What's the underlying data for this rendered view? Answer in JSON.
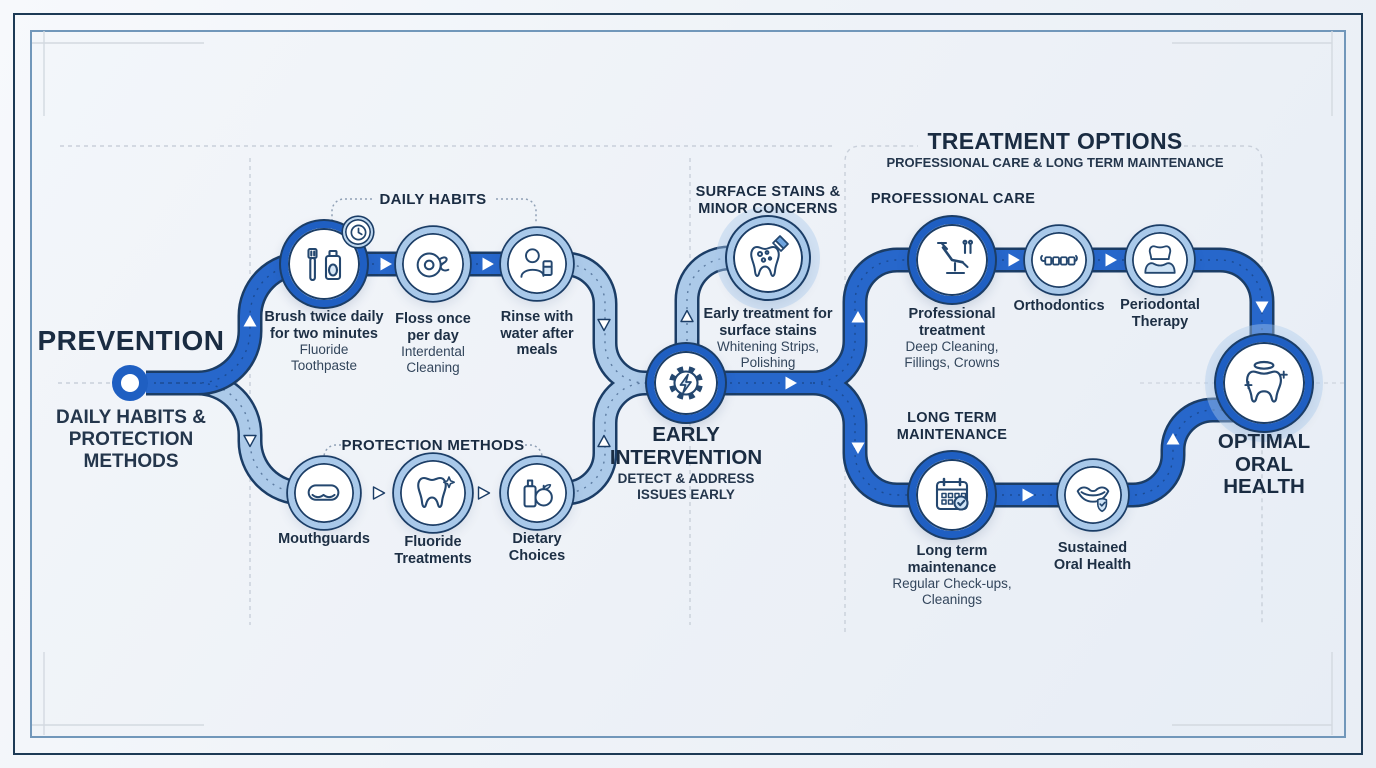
{
  "diagram": {
    "prevention": {
      "title": "PREVENTION",
      "subtitle": "DAILY HABITS & PROTECTION METHODS"
    },
    "daily_habits": {
      "header": "DAILY HABITS",
      "steps": [
        {
          "title": "Brush twice daily for two minutes",
          "subtitle": "Fluoride Toothpaste"
        },
        {
          "title": "Floss once per day",
          "subtitle": "Interdental Cleaning"
        },
        {
          "title": "Rinse with water after meals"
        }
      ]
    },
    "protection_methods": {
      "header": "PROTECTION METHODS",
      "steps": [
        {
          "title": "Mouthguards"
        },
        {
          "title": "Fluoride Treatments"
        },
        {
          "title": "Dietary Choices"
        }
      ]
    },
    "early_intervention": {
      "title": "EARLY INTERVENTION",
      "subtitle": "DETECT & ADDRESS ISSUES EARLY"
    },
    "surface_stains": {
      "header": "SURFACE STAINS & MINOR CONCERNS",
      "title": "Early treatment for surface stains",
      "subtitle": "Whitening Strips, Polishing"
    },
    "treatment_options": {
      "title": "TREATMENT OPTIONS",
      "subtitle": "PROFESSIONAL CARE & LONG TERM MAINTENANCE",
      "professional_care": {
        "header": "PROFESSIONAL CARE",
        "steps": [
          {
            "title": "Professional treatment",
            "subtitle": "Deep Cleaning, Fillings, Crowns"
          },
          {
            "title": "Orthodontics"
          },
          {
            "title": "Periodontal Therapy"
          }
        ]
      },
      "long_term_maintenance": {
        "header": "LONG TERM MAINTENANCE",
        "steps": [
          {
            "title": "Long term maintenance",
            "subtitle": "Regular Check-ups, Cleanings"
          },
          {
            "title": "Sustained Oral Health"
          }
        ]
      }
    },
    "optimal": {
      "title": "OPTIMAL ORAL HEALTH"
    }
  },
  "icons": [
    "toothbrush-toothpaste-icon",
    "clock-icon",
    "floss-icon",
    "rinse-glass-icon",
    "mouthguard-icon",
    "tooth-sparkle-icon",
    "diet-bottle-apple-icon",
    "gear-bolt-icon",
    "tooth-stain-pen-icon",
    "dental-chair-icon",
    "braces-icon",
    "periodontal-tooth-icon",
    "calendar-check-icon",
    "smile-shield-icon",
    "tooth-halo-icon"
  ],
  "colors": {
    "path_dark": "#2767cb",
    "path_light": "#accae9",
    "path_outline": "#1b3d66",
    "ring_dark": "#1f5fc2",
    "ring_light": "#a9c9ea",
    "text_dark": "#1a2c42",
    "icon_line": "#24476f",
    "icon_fill_light": "#d7e7f7",
    "background": "#eef2f7",
    "dashed_guide": "#c9d0da"
  }
}
